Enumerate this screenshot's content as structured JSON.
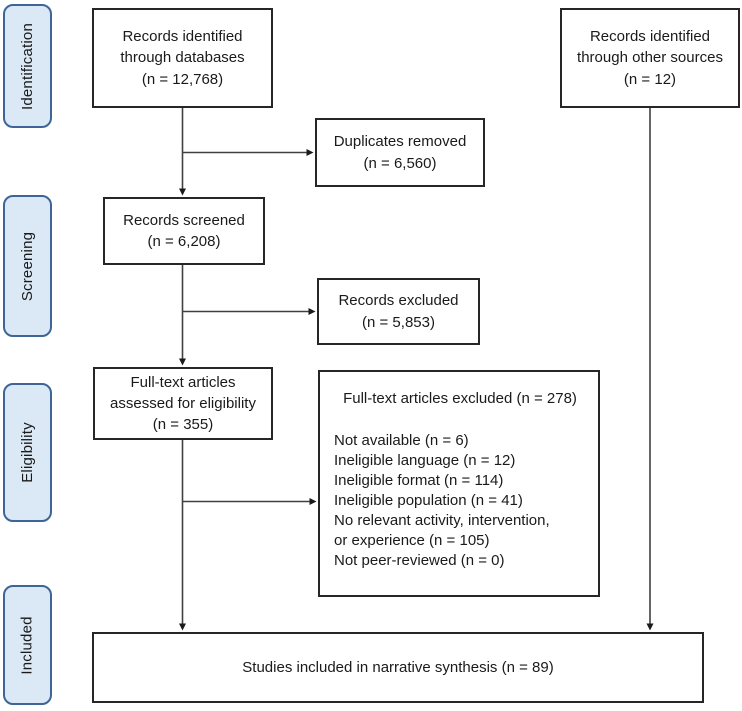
{
  "colors": {
    "stage_fill": "#dbe9f7",
    "stage_border": "#3f6497",
    "box_border": "#262626",
    "connector": "#404040"
  },
  "stages": [
    {
      "label": "Identification"
    },
    {
      "label": "Screening"
    },
    {
      "label": "Eligibility"
    },
    {
      "label": "Included"
    }
  ],
  "boxes": {
    "identified_databases": "Records identified\nthrough databases\n(n = 12,768)",
    "identified_other_sources": "Records identified\nthrough other sources\n(n = 12)",
    "duplicates_removed": "Duplicates removed\n(n = 6,560)",
    "records_screened": "Records screened\n(n = 6,208)",
    "records_excluded": "Records excluded\n(n = 5,853)",
    "fulltext_assessed": "Full-text articles\nassessed for eligibility\n(n = 355)",
    "included_synthesis": "Studies included in narrative synthesis (n = 89)"
  },
  "fulltext_excluded": {
    "header": "Full-text articles excluded (n = 278)",
    "reasons": [
      "Not available (n = 6)",
      "Ineligible language (n = 12)",
      "Ineligible format (n = 114)",
      "Ineligible population (n = 41)",
      "No relevant activity, intervention,\n or experience (n = 105)",
      "Not peer-reviewed (n = 0)"
    ]
  }
}
